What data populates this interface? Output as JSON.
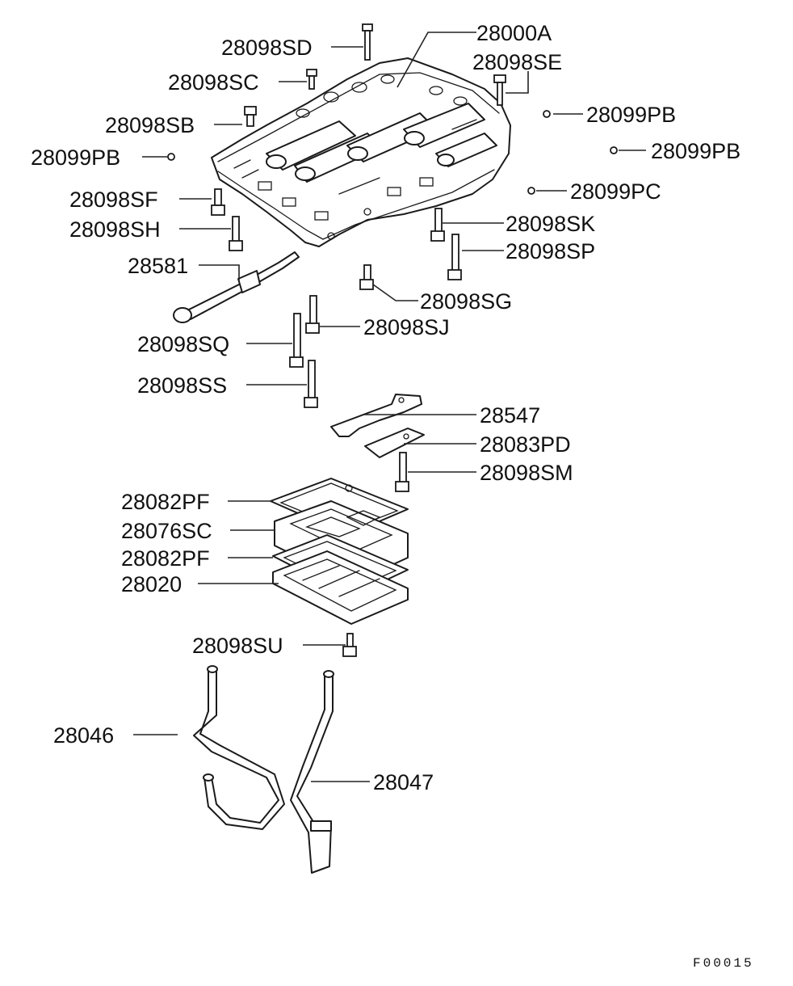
{
  "labels": {
    "p28000a": "28000A",
    "p28098sd": "28098SD",
    "p28098se": "28098SE",
    "p28098sc": "28098SC",
    "p28099pb_1": "28099PB",
    "p28098sb": "28098SB",
    "p28099pb_2": "28099PB",
    "p28099pb_3": "28099PB",
    "p28099pc": "28099PC",
    "p28098sf": "28098SF",
    "p28098sk": "28098SK",
    "p28098sh": "28098SH",
    "p28098sp": "28098SP",
    "p28581": "28581",
    "p28098sg": "28098SG",
    "p28098sj": "28098SJ",
    "p28098sq": "28098SQ",
    "p28098ss": "28098SS",
    "p28547": "28547",
    "p28083pd": "28083PD",
    "p28098sm": "28098SM",
    "p28082pf_1": "28082PF",
    "p28076sc": "28076SC",
    "p28082pf_2": "28082PF",
    "p28020": "28020",
    "p28098su": "28098SU",
    "p28046": "28046",
    "p28047": "28047"
  },
  "figure_code": "F00015"
}
